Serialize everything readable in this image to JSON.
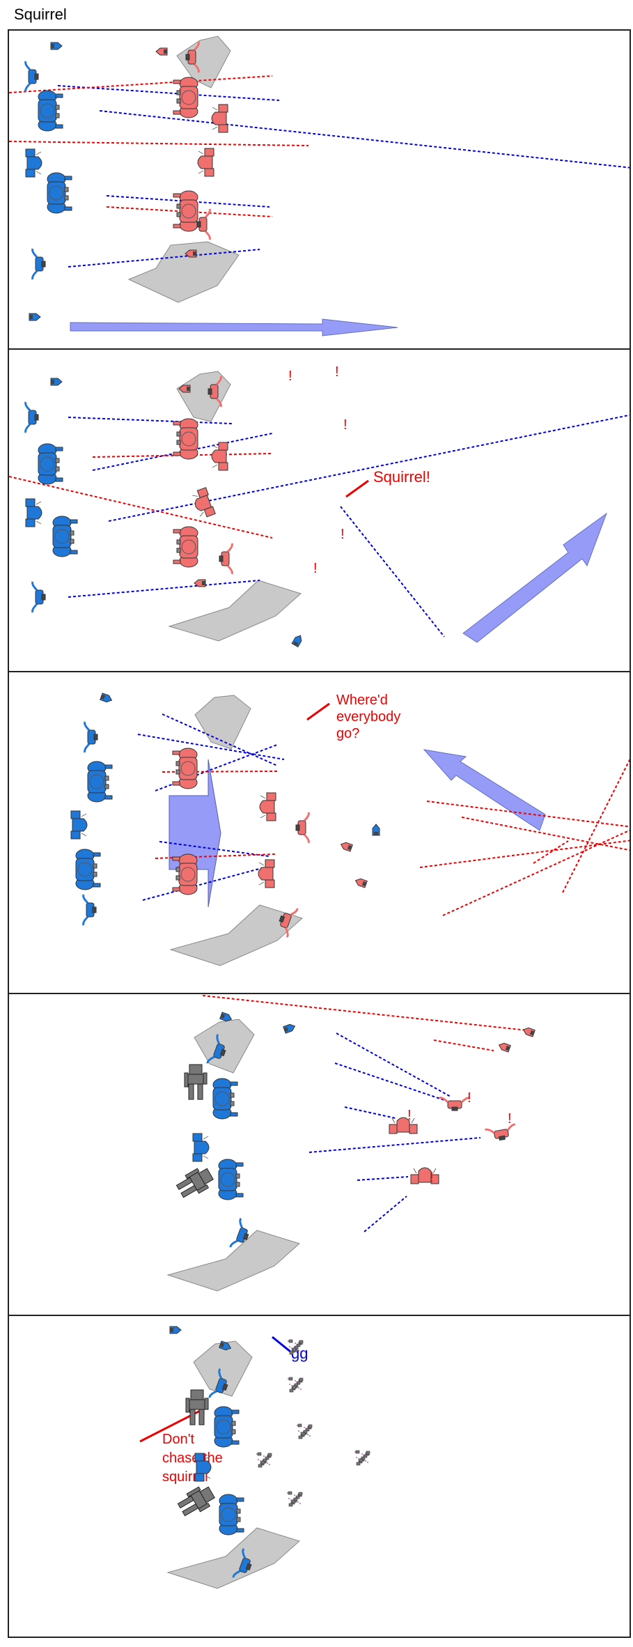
{
  "title": "Squirrel",
  "colors": {
    "blue_team": "#1f78d8",
    "red_team": "#f07070",
    "blue_line": "#0000dd",
    "red_line": "#ee0000",
    "arrow": "#959bf7",
    "obstacle": "#c9c9c9",
    "dead": "#777777"
  },
  "panels": [
    {
      "id": "panel-1",
      "caption": ""
    },
    {
      "id": "panel-2",
      "caption": "Squirrel!",
      "alert": "!"
    },
    {
      "id": "panel-3",
      "caption": "Where'd everybody go?",
      "caption_lines": [
        "Where'd",
        "everybody",
        "go?"
      ]
    },
    {
      "id": "panel-4",
      "alert": "!"
    },
    {
      "id": "panel-5",
      "blue_caption": "gg",
      "red_caption_lines": [
        "Don't",
        "chase the",
        "squirrel"
      ]
    }
  ]
}
